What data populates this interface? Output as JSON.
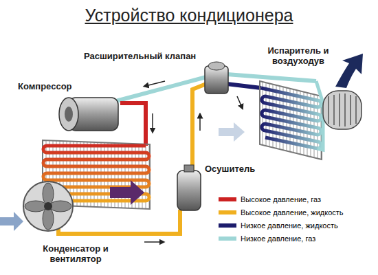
{
  "diagram": {
    "title": "Устройство кондиционера",
    "labels": [
      "Расширительный клапан",
      "Испаритель и воздуходув",
      "Компрессор",
      "Осушитель",
      "Конденсатор и вентилятор"
    ],
    "legend": [
      {
        "text": "Высокое давление, газ",
        "color": "#cc2222"
      },
      {
        "text": "Высокое давление, жидкость",
        "color": "#f0b020"
      },
      {
        "text": "Низкое давление, жидкость",
        "color": "#1c1c6c"
      },
      {
        "text": "Низкое давление, газ",
        "color": "#9ed6d6"
      }
    ]
  }
}
